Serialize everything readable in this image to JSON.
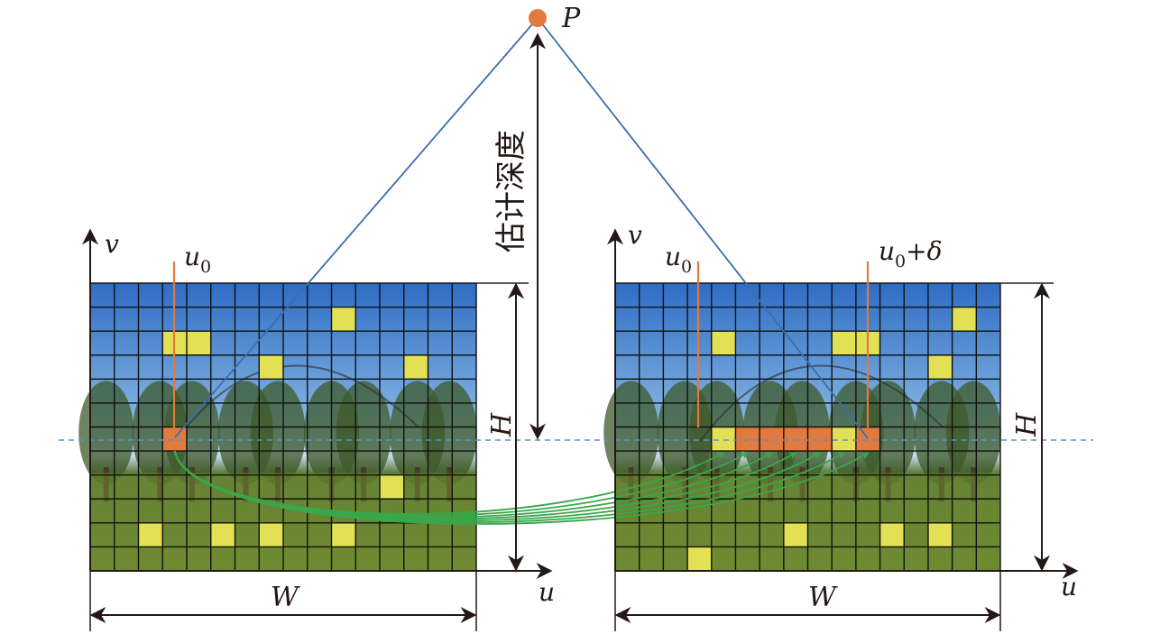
{
  "point": {
    "label": "P",
    "color": "#e07a3f"
  },
  "depth_label": "估计深度",
  "left_image": {
    "axis_u": "u",
    "axis_v": "v",
    "width_label": "W",
    "height_label": "H",
    "u0_base": "u",
    "u0_sub": "0",
    "pixel_row": 6,
    "pixel_col": 3,
    "yellow_cells": [
      [
        1,
        10
      ],
      [
        2,
        3
      ],
      [
        2,
        4
      ],
      [
        3,
        7
      ],
      [
        3,
        13
      ],
      [
        8,
        12
      ],
      [
        10,
        2
      ],
      [
        10,
        5
      ],
      [
        10,
        7
      ],
      [
        10,
        10
      ]
    ]
  },
  "right_image": {
    "axis_u": "u",
    "axis_v": "v",
    "width_label": "W",
    "height_label": "H",
    "u0_base": "u",
    "u0_sub": "0",
    "delta_base": "u",
    "delta_sub": "0",
    "delta_suffix": "+δ",
    "search_row": 6,
    "search_start": 4,
    "search_end": 10,
    "search_yellow": [
      4,
      9
    ],
    "yellow_cells": [
      [
        1,
        14
      ],
      [
        2,
        4
      ],
      [
        2,
        9
      ],
      [
        2,
        10
      ],
      [
        3,
        13
      ],
      [
        10,
        7
      ],
      [
        10,
        11
      ],
      [
        10,
        13
      ],
      [
        11,
        3
      ]
    ]
  },
  "colors": {
    "sky_top": "#3f7fd0",
    "sky_bottom": "#b8d2ec",
    "ground": "#7a8a3a",
    "yellow": "#e2e156",
    "orange": "#e07a3f",
    "green_arrow": "#3aa64a",
    "ray": "#3c6ea8",
    "epipolar": "#5a8fc8"
  }
}
